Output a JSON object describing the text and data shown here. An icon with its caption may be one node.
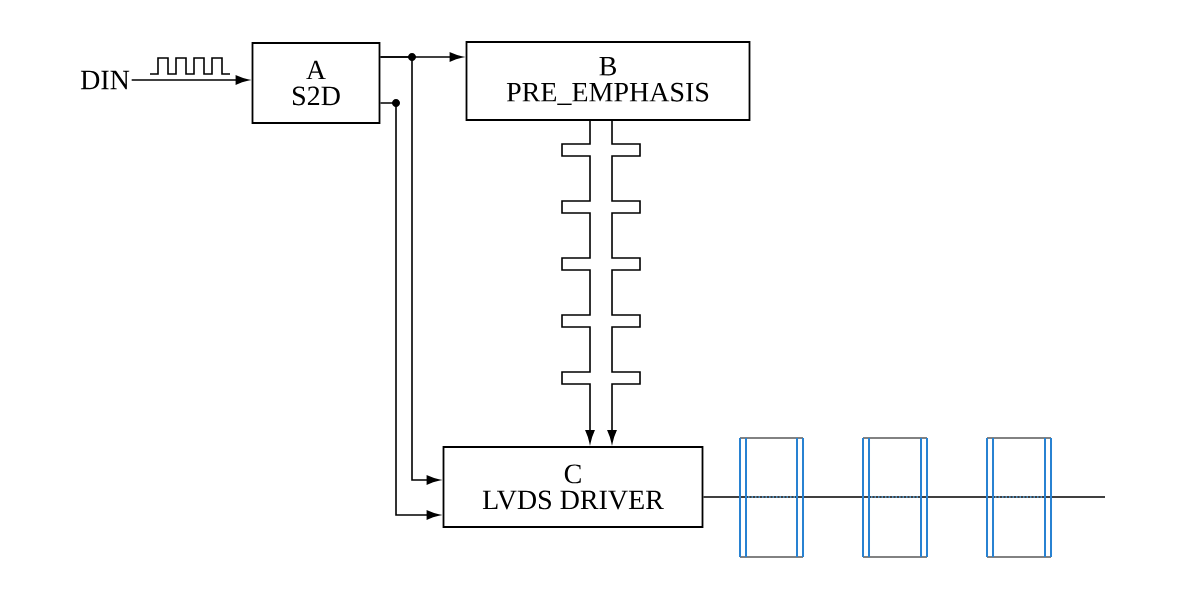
{
  "diagram": {
    "nodes": [
      {
        "text": [
          "DIN"
        ]
      },
      {
        "text": [
          "A",
          "S2D"
        ]
      },
      {
        "text": [
          "B",
          "PRE_EMPHASIS"
        ]
      },
      {
        "text": [
          "C",
          "LVDS DRIVER"
        ]
      }
    ],
    "edges": [
      {
        "from": 0,
        "to": 1,
        "arrow": "to"
      },
      {
        "from": 1,
        "to": 2,
        "arrow": "to"
      },
      {
        "from": 1,
        "to": 3,
        "arrow": "to"
      },
      {
        "from": 1,
        "to": 3,
        "arrow": "to"
      },
      {
        "from": 2,
        "to": 3,
        "arrow": "to"
      },
      {
        "from": 2,
        "to": 3,
        "arrow": "to"
      },
      {
        "from": 3,
        "to": null,
        "arrow": "none"
      }
    ]
  }
}
